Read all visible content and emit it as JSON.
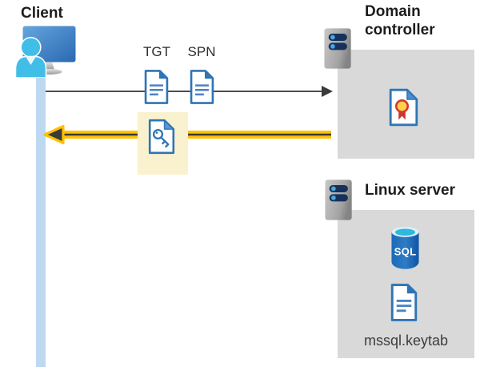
{
  "client": {
    "label": "Client"
  },
  "flow": {
    "tgt_label": "TGT",
    "spn_label": "SPN"
  },
  "domain_controller": {
    "label": "Domain controller"
  },
  "linux_server": {
    "label": "Linux server",
    "sql_badge": "SQL",
    "keytab_filename": "mssql.keytab"
  },
  "icons": {
    "client-user-monitor-icon": "person in front of blue monitor",
    "server-icon": "gray rack server with two navy bays and blue leds",
    "certificate-icon": "document with yellow-red award seal",
    "document-icon": "white page, blue border, folded corner, text lines",
    "key-document-icon": "white page with blue key glyph",
    "sql-database-icon": "blue cylinder database labeled SQL"
  },
  "colors": {
    "accent_yellow": "#ffc103",
    "highlight_bg": "#faf2ce",
    "doc_blue": "#2e75b6",
    "box_gray": "#d9d9d9",
    "arrow_gray": "#3a3a3a",
    "client_cyan": "#41bee8",
    "lifeline_blue": "#bfd8f2",
    "sql_blue": "#1b6ab8"
  }
}
